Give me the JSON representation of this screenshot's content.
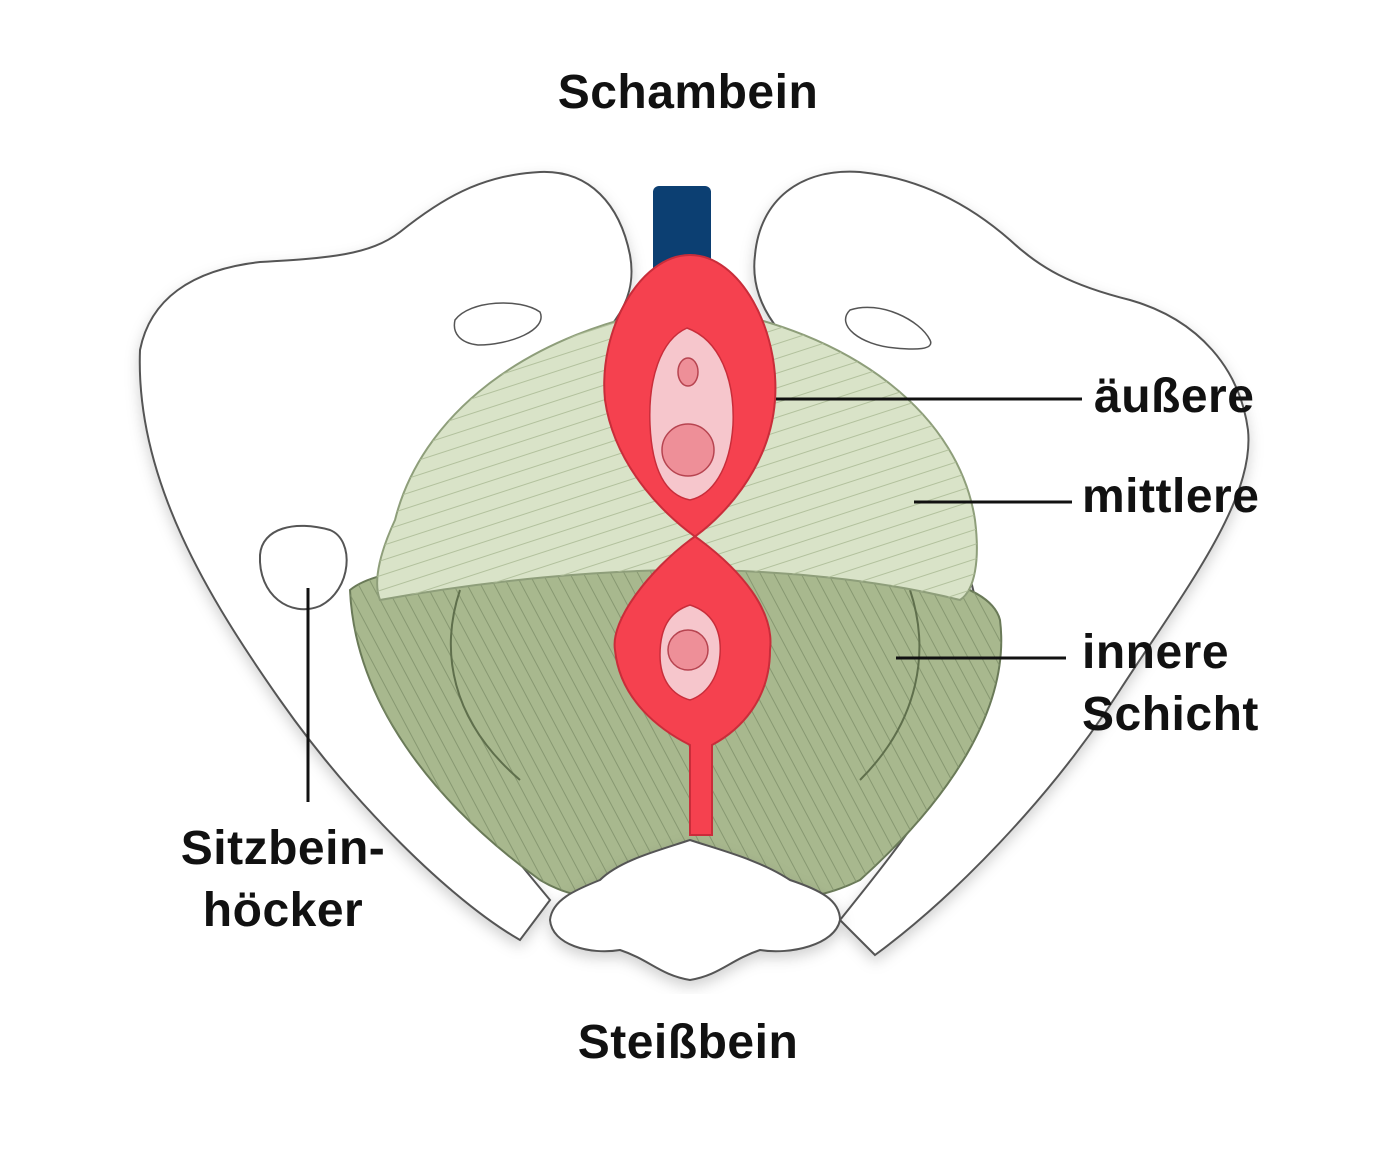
{
  "labels": {
    "top": "Schambein",
    "bottom": "Steißbein",
    "outer": "äußere",
    "middle": "mittlere",
    "inner_line1": "innere",
    "inner_line2": "Schicht",
    "ischial_line1": "Sitzbein-",
    "ischial_line2": "höcker"
  },
  "colors": {
    "outer_layer": "#f5414f",
    "middle_layer": "#d9e3c8",
    "inner_layer": "#a8b88e",
    "deep_blue": "#0c3f72",
    "opening_pink": "#f6c6cc",
    "bone_outline": "#555555",
    "bone_fill": "#ffffff"
  }
}
